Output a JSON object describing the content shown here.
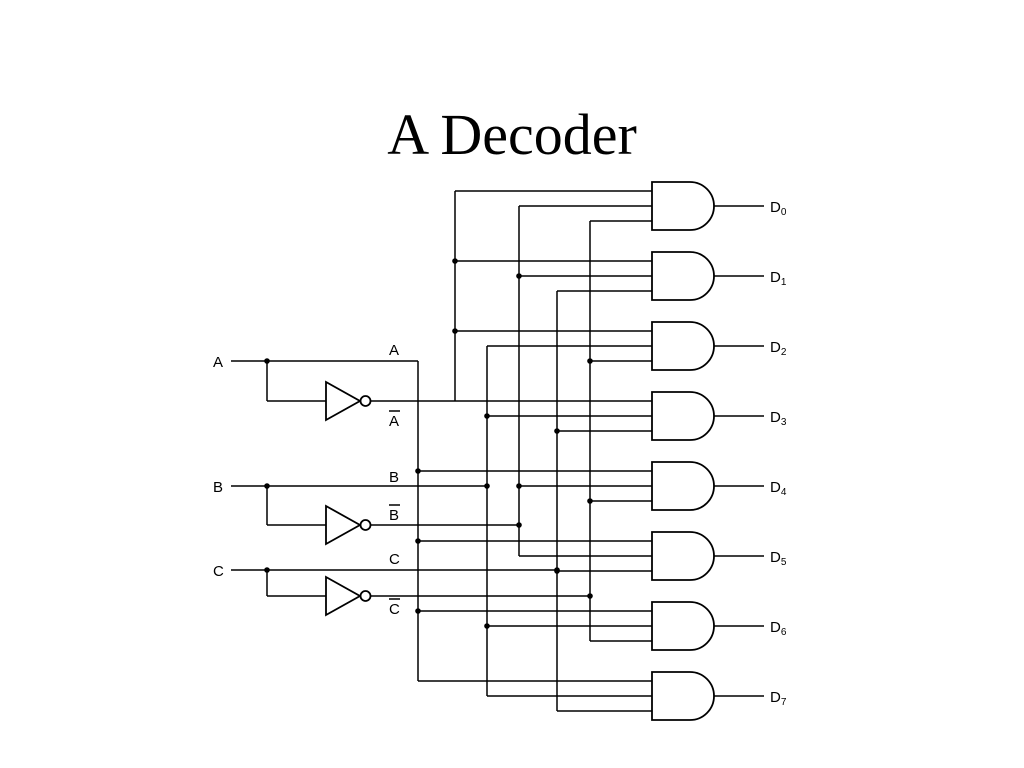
{
  "title": "A Decoder",
  "inputs": [
    {
      "name": "A",
      "true_label": "A",
      "inv_label": "A"
    },
    {
      "name": "B",
      "true_label": "B",
      "inv_label": "B"
    },
    {
      "name": "C",
      "true_label": "C",
      "inv_label": "C"
    }
  ],
  "outputs": [
    {
      "base": "D",
      "sub": "0"
    },
    {
      "base": "D",
      "sub": "1"
    },
    {
      "base": "D",
      "sub": "2"
    },
    {
      "base": "D",
      "sub": "3"
    },
    {
      "base": "D",
      "sub": "4"
    },
    {
      "base": "D",
      "sub": "5"
    },
    {
      "base": "D",
      "sub": "6"
    },
    {
      "base": "D",
      "sub": "7"
    }
  ]
}
